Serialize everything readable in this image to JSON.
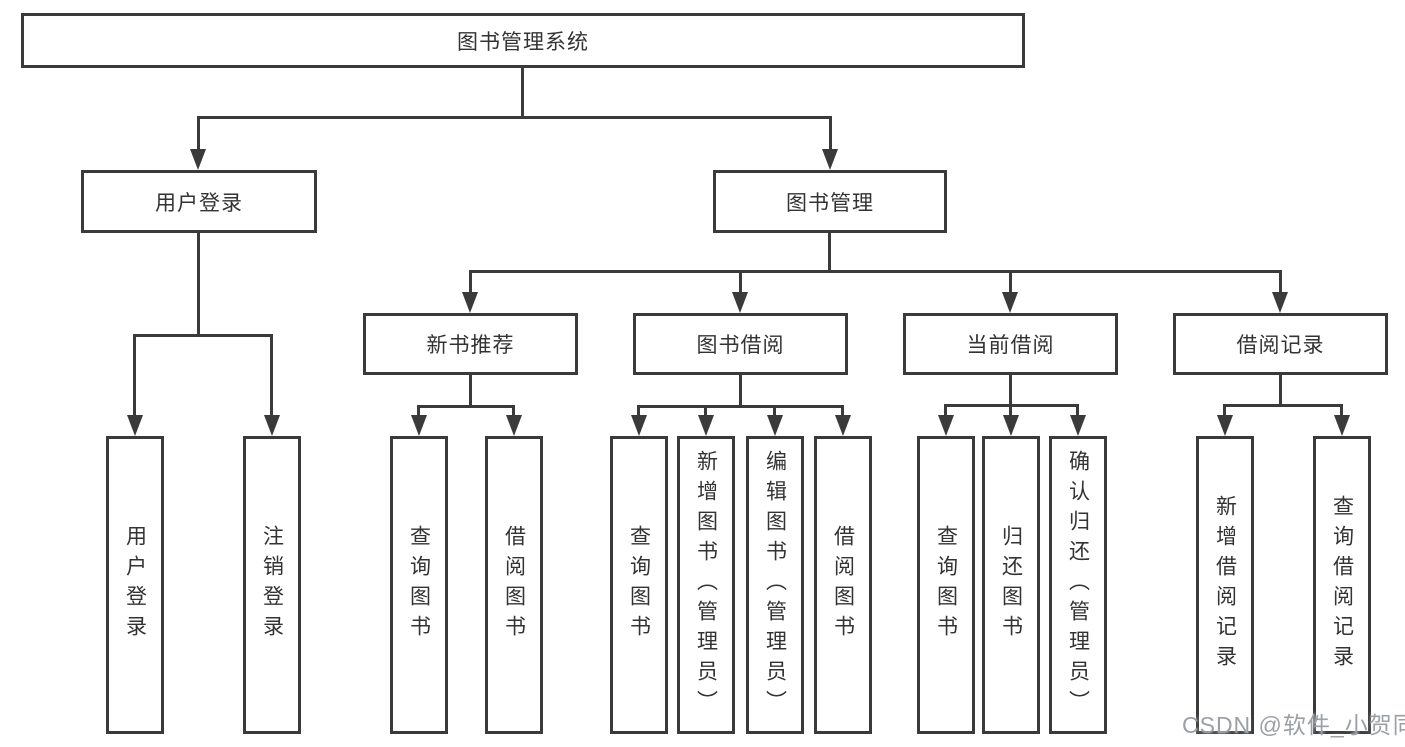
{
  "tree": {
    "root": {
      "label": "图书管理系统",
      "children": [
        {
          "label": "用户登录",
          "children": [
            {
              "label": "用户登录"
            },
            {
              "label": "注销登录"
            }
          ]
        },
        {
          "label": "图书管理",
          "children": [
            {
              "label": "新书推荐",
              "children": [
                {
                  "label": "查询图书"
                },
                {
                  "label": "借阅图书"
                }
              ]
            },
            {
              "label": "图书借阅",
              "children": [
                {
                  "label": "查询图书"
                },
                {
                  "label": "新增图书（管理员）"
                },
                {
                  "label": "编辑图书（管理员）"
                },
                {
                  "label": "借阅图书"
                }
              ]
            },
            {
              "label": "当前借阅",
              "children": [
                {
                  "label": "查询图书"
                },
                {
                  "label": "归还图书"
                },
                {
                  "label": "确认归还（管理员）"
                }
              ]
            },
            {
              "label": "借阅记录",
              "children": [
                {
                  "label": "新增借阅记录"
                },
                {
                  "label": "查询借阅记录"
                }
              ]
            }
          ]
        }
      ]
    }
  },
  "watermark": "CSDN @软件_小贺同学",
  "colors": {
    "line": "#3a3a3a",
    "text": "#333333",
    "watermark": "#9aa0a6",
    "bg": "#ffffff"
  }
}
